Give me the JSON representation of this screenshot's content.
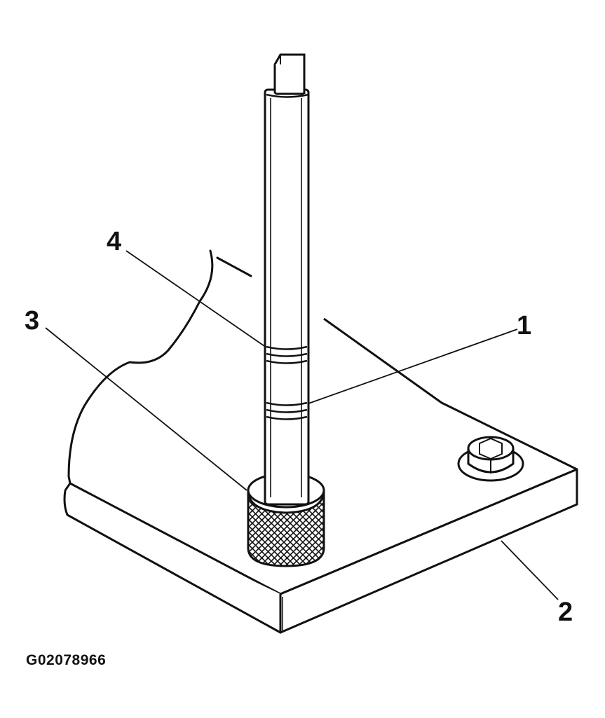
{
  "figure": {
    "id": "G02078966"
  },
  "callouts": [
    {
      "label": "1"
    },
    {
      "label": "2"
    },
    {
      "label": "3"
    },
    {
      "label": "4"
    }
  ],
  "colors": {
    "ink": "#111111",
    "background": "#ffffff"
  }
}
